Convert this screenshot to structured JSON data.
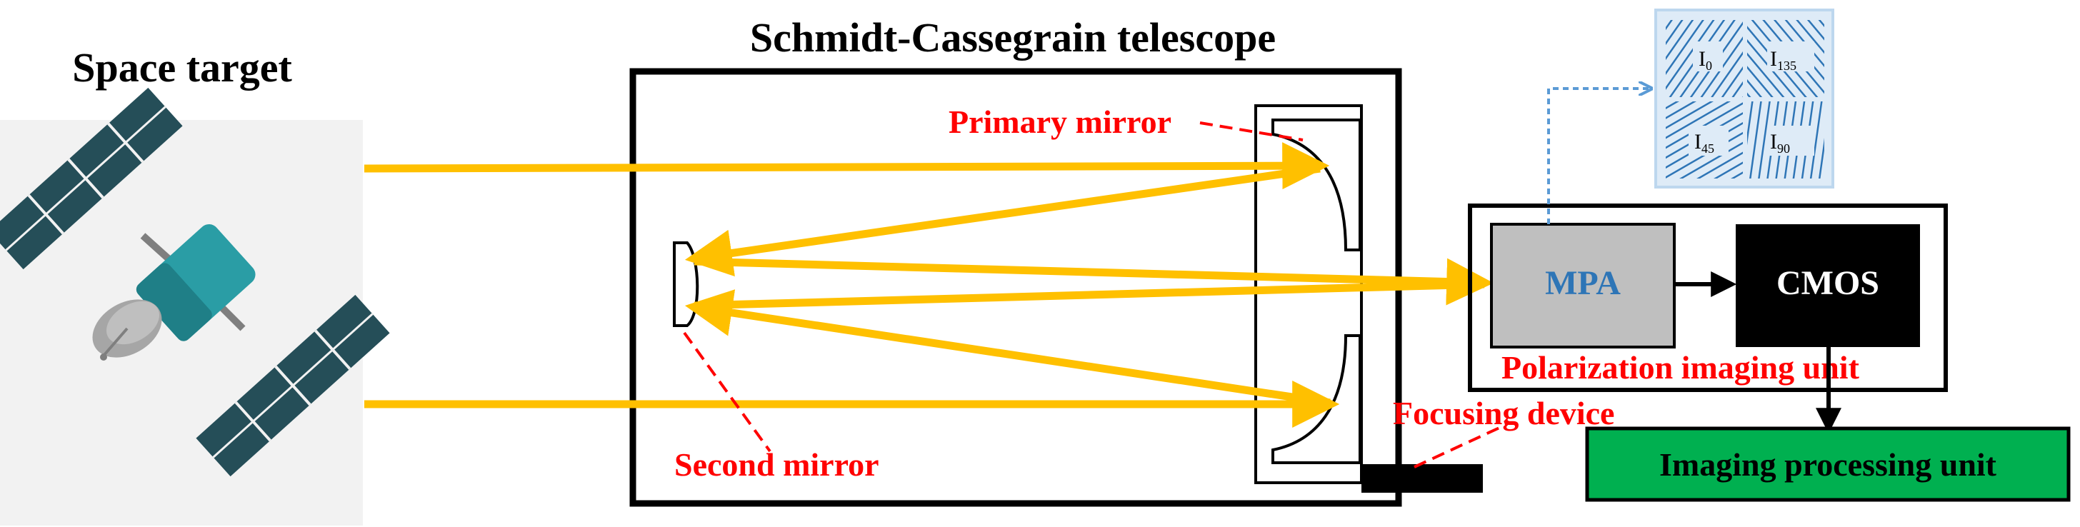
{
  "labels": {
    "space_target": "Space target",
    "telescope": "Schmidt-Cassegrain telescope",
    "primary_mirror": "Primary mirror",
    "second_mirror": "Second mirror",
    "focusing_device": "Focusing device",
    "mpa": "MPA",
    "cmos": "CMOS",
    "polarization_unit": "Polarization imaging unit",
    "processing_unit": "Imaging processing unit"
  },
  "polarizer_cells": {
    "i0": {
      "main": "I",
      "sub": "0"
    },
    "i135": {
      "main": "I",
      "sub": "135"
    },
    "i45": {
      "main": "I",
      "sub": "45"
    },
    "i90": {
      "main": "I",
      "sub": "90"
    }
  },
  "colors": {
    "beam": "#FFC000",
    "callout": "#FF0000",
    "link": "#5B9BD5",
    "mpa_fill": "#BFBFBF",
    "mpa_text": "#2E75B6",
    "cmos_fill": "#000000",
    "processing_fill": "#00B050",
    "satellite_body": "#2A9DA5",
    "satellite_panel": "#254E58",
    "polarizer": "#2E75B6"
  },
  "icons": {
    "satellite": "satellite-icon",
    "polarizer": "polarizer-array-icon"
  }
}
